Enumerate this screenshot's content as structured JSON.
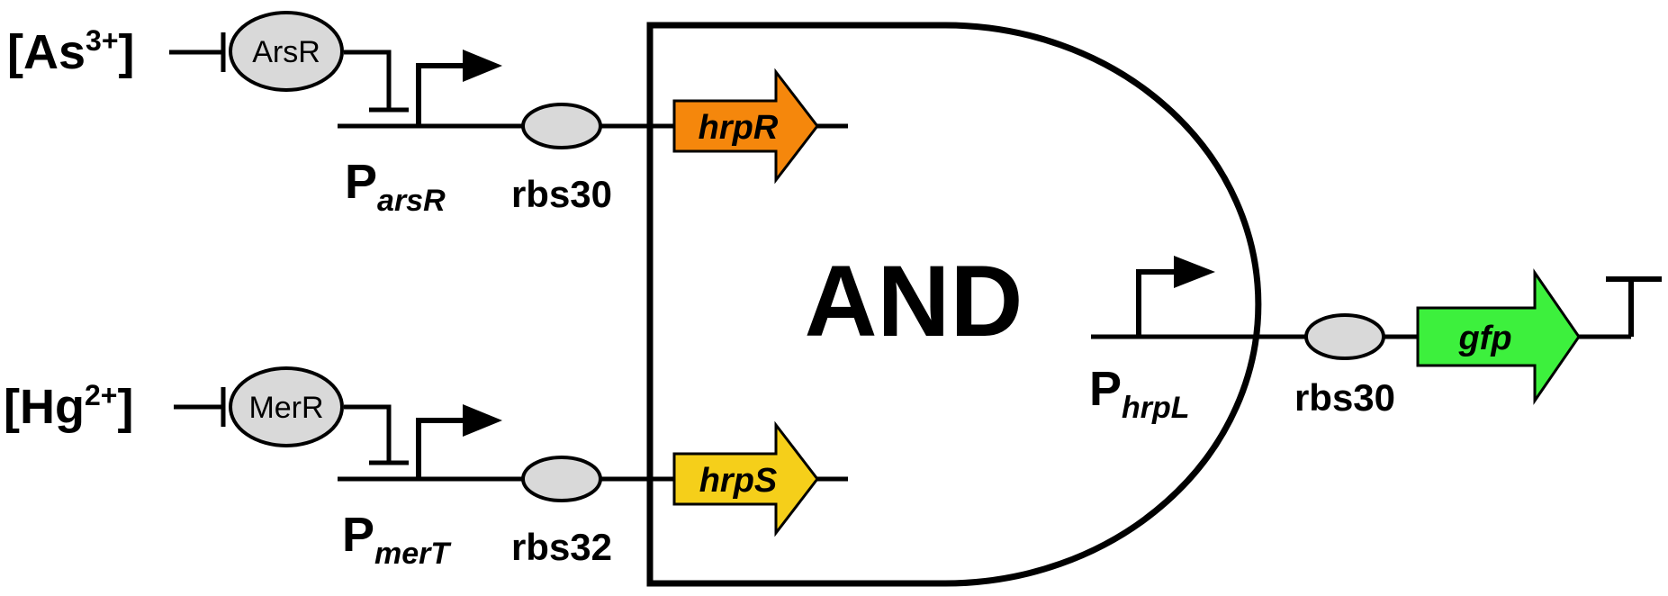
{
  "inputs": [
    {
      "ion_base": "[As",
      "ion_charge": "3+",
      "ion_close": "]",
      "protein": "ArsR",
      "promoter_prefix": "P",
      "promoter_name": "arsR",
      "rbs": "rbs30",
      "gene": "hrpR",
      "gene_color": "#f5870c"
    },
    {
      "ion_base": "[Hg",
      "ion_charge": "2+",
      "ion_close": "]",
      "protein": "MerR",
      "promoter_prefix": "P",
      "promoter_name": "merT",
      "rbs": "rbs32",
      "gene": "hrpS",
      "gene_color": "#f5cf1a"
    }
  ],
  "gate": {
    "label": "AND"
  },
  "output": {
    "promoter_prefix": "P",
    "promoter_name": "hrpL",
    "rbs": "rbs30",
    "gene": "gfp",
    "gene_color": "#3df03d"
  },
  "colors": {
    "line": "#000000",
    "rbs_fill": "#d9d9d9",
    "protein_fill": "#d9d9d9"
  }
}
